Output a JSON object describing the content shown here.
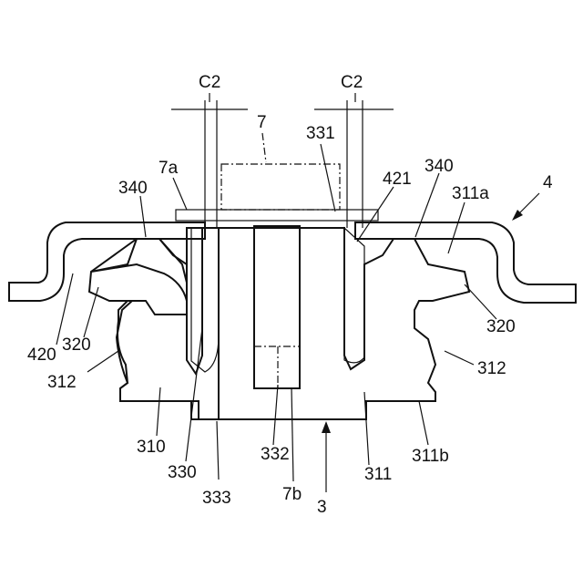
{
  "labels": {
    "c2_left": "C2",
    "c2_right": "C2",
    "part_7": "7",
    "part_7a": "7a",
    "part_331": "331",
    "part_421": "421",
    "part_340_left": "340",
    "part_340_right": "340",
    "part_311a": "311a",
    "part_4": "4",
    "part_420": "420",
    "part_320_left": "320",
    "part_320_right": "320",
    "part_312_left": "312",
    "part_312_right": "312",
    "part_310": "310",
    "part_330": "330",
    "part_332": "332",
    "part_333": "333",
    "part_7b": "7b",
    "part_3": "3",
    "part_311": "311",
    "part_311b": "311b"
  }
}
